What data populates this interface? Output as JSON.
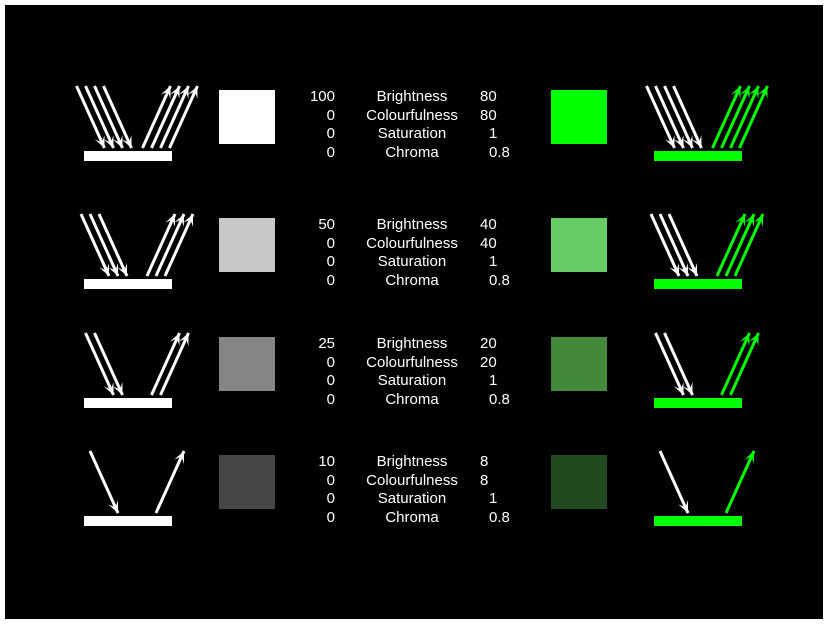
{
  "rows": [
    {
      "achromatic": {
        "values": [
          "100",
          "0",
          "0",
          "0"
        ],
        "swatch": "#ffffff",
        "arrows": 4
      },
      "chromatic": {
        "values": [
          "80",
          "80",
          "1",
          "0.8"
        ],
        "swatch": "#00ff00",
        "arrows": 4
      },
      "labels": [
        "Brightness",
        "Colourfulness",
        "Saturation",
        "Chroma"
      ]
    },
    {
      "achromatic": {
        "values": [
          "50",
          "0",
          "0",
          "0"
        ],
        "swatch": "#c8c8c8",
        "arrows": 3
      },
      "chromatic": {
        "values": [
          "40",
          "40",
          "1",
          "0.8"
        ],
        "swatch": "#66cc66",
        "arrows": 3
      },
      "labels": [
        "Brightness",
        "Colourfulness",
        "Saturation",
        "Chroma"
      ]
    },
    {
      "achromatic": {
        "values": [
          "25",
          "0",
          "0",
          "0"
        ],
        "swatch": "#858585",
        "arrows": 2
      },
      "chromatic": {
        "values": [
          "20",
          "20",
          "1",
          "0.8"
        ],
        "swatch": "#44883c",
        "arrows": 2
      },
      "labels": [
        "Brightness",
        "Colourfulness",
        "Saturation",
        "Chroma"
      ]
    },
    {
      "achromatic": {
        "values": [
          "10",
          "0",
          "0",
          "0"
        ],
        "swatch": "#474747",
        "arrows": 1
      },
      "chromatic": {
        "values": [
          "8",
          "8",
          "1",
          "0.8"
        ],
        "swatch": "#224a20",
        "arrows": 1
      },
      "labels": [
        "Brightness",
        "Colourfulness",
        "Saturation",
        "Chroma"
      ]
    }
  ],
  "colors": {
    "background": "#000000",
    "white": "#ffffff",
    "green": "#00ff00"
  }
}
